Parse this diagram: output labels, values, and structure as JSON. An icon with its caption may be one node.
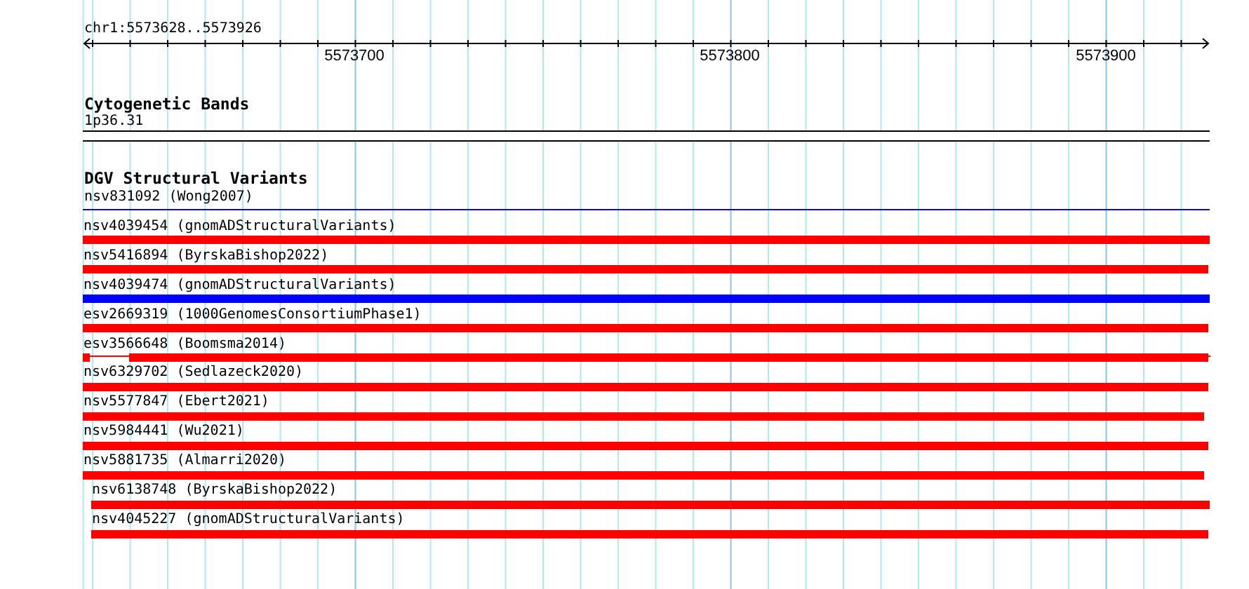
{
  "diagram": {
    "nodes": [
      {
        "text": [
          "1p36.31"
        ]
      },
      {
        "text": [
          "nsv831092 (Wong2007)"
        ]
      },
      {
        "text": [
          "nsv4039454 (gnomADStructuralVariants)"
        ]
      },
      {
        "text": [
          "nsv5416894 (ByrskaBishop2022)"
        ]
      },
      {
        "text": [
          "nsv4039474 (gnomADStructuralVariants)"
        ]
      },
      {
        "text": [
          "esv2669319 (1000GenomesConsortiumPhase1)"
        ]
      },
      {
        "text": [
          "esv3566648 (Boomsma2014)"
        ]
      },
      {
        "text": [
          "nsv6329702 (Sedlazeck2020)"
        ]
      },
      {
        "text": [
          "nsv5577847 (Ebert2021)"
        ]
      },
      {
        "text": [
          "nsv5984441 (Wu2021)"
        ]
      },
      {
        "text": [
          "nsv5881735 (Almarri2020)"
        ]
      },
      {
        "text": [
          "nsv6138748 (ByrskaBishop2022)"
        ]
      },
      {
        "text": [
          "nsv4045227 (gnomADStructuralVariants)"
        ]
      }
    ],
    "labels": [
      "chr1:5573628..5573926",
      "5573700",
      "5573800",
      "5573900",
      "Cytogenetic Bands",
      "DGV Structural Variants"
    ]
  }
}
